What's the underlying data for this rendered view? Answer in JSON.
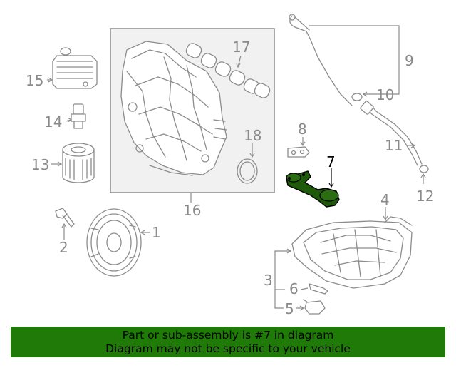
{
  "diagram": {
    "callouts": {
      "c1": "1",
      "c2": "2",
      "c3": "3",
      "c4": "4",
      "c5": "5",
      "c6": "6",
      "c7": "7",
      "c8": "8",
      "c9": "9",
      "c10": "10",
      "c11": "11",
      "c12": "12",
      "c13": "13",
      "c14": "14",
      "c15": "15",
      "c16": "16",
      "c17": "17",
      "c18": "18"
    },
    "highlight_color": "#1f5a0a",
    "part_color": "#8c8c8c"
  },
  "banner": {
    "line1": "Part or sub-assembly is #7 in diagram",
    "line2": "Diagram may not be specific to your vehicle",
    "background": "#1f7a08"
  }
}
